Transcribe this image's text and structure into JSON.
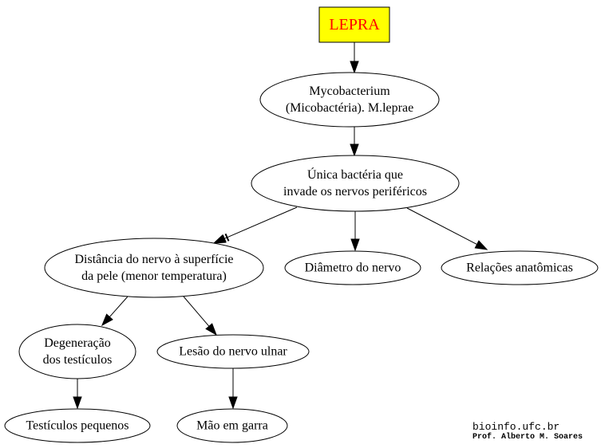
{
  "colors": {
    "title_fill": "#ffff00",
    "title_text": "#ff0000",
    "ink": "#000000",
    "background": "#ffffff"
  },
  "nodes": {
    "title": {
      "lines": [
        "LEPRA"
      ]
    },
    "mycobacterium": {
      "lines": [
        "Mycobacterium",
        "(Micobactéria). M.leprae"
      ]
    },
    "unica": {
      "lines": [
        "Única bactéria que",
        "invade os nervos periféricos"
      ]
    },
    "distancia": {
      "lines": [
        "Distância do nervo à superfície",
        "da pele (menor temperatura)"
      ]
    },
    "diametro": {
      "lines": [
        "Diâmetro do nervo"
      ]
    },
    "relacoes": {
      "lines": [
        "Relações anatômicas"
      ]
    },
    "degeneracao": {
      "lines": [
        "Degeneração",
        "dos testículos"
      ]
    },
    "lesao": {
      "lines": [
        "Lesão do nervo ulnar"
      ]
    },
    "testiculos": {
      "lines": [
        "Testículos pequenos"
      ]
    },
    "mao": {
      "lines": [
        "Mão em garra"
      ]
    }
  },
  "edges": [
    {
      "from": "title",
      "to": "mycobacterium"
    },
    {
      "from": "mycobacterium",
      "to": "unica"
    },
    {
      "from": "unica",
      "to": "distancia"
    },
    {
      "from": "unica",
      "to": "diametro"
    },
    {
      "from": "unica",
      "to": "relacoes"
    },
    {
      "from": "distancia",
      "to": "degeneracao"
    },
    {
      "from": "distancia",
      "to": "lesao"
    },
    {
      "from": "degeneracao",
      "to": "testiculos"
    },
    {
      "from": "lesao",
      "to": "mao"
    }
  ],
  "credits": {
    "site": "bioinfo.ufc.br",
    "author": "Prof. Alberto M. Soares"
  }
}
